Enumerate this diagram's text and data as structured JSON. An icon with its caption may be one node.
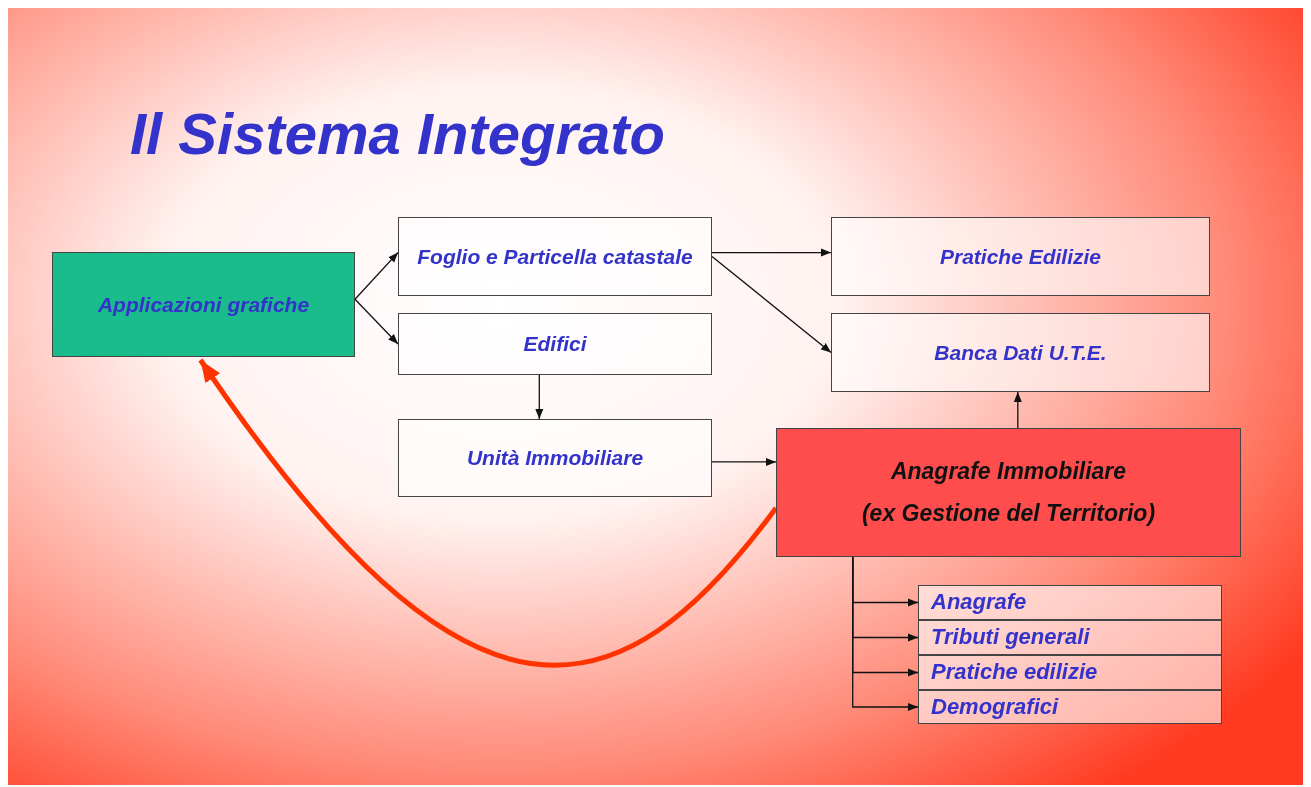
{
  "diagram": {
    "title": "Il Sistema Integrato",
    "nodes": [
      {
        "text": [
          "Applicazioni grafiche"
        ]
      },
      {
        "text": [
          "Foglio e Particella catastale"
        ]
      },
      {
        "text": [
          "Edifici"
        ]
      },
      {
        "text": [
          "Unità Immobiliare"
        ]
      },
      {
        "text": [
          "Pratiche Edilizie"
        ]
      },
      {
        "text": [
          "Banca Dati U.T.E."
        ]
      },
      {
        "text": [
          "Anagrafe Immobiliare",
          "(ex Gestione del Territorio)"
        ]
      },
      {
        "text": [
          "Anagrafe"
        ]
      },
      {
        "text": [
          "Tributi generali"
        ]
      },
      {
        "text": [
          "Pratiche edilizie"
        ]
      },
      {
        "text": [
          "Demografici"
        ]
      }
    ],
    "edges": [
      {
        "from": 0,
        "to": 1,
        "arrow": "to"
      },
      {
        "from": 0,
        "to": 2,
        "arrow": "to"
      },
      {
        "from": 1,
        "to": 4,
        "arrow": "to"
      },
      {
        "from": 1,
        "to": 5,
        "arrow": "to"
      },
      {
        "from": 2,
        "to": 3,
        "arrow": "to"
      },
      {
        "from": 3,
        "to": 6,
        "arrow": "to"
      },
      {
        "from": 6,
        "to": 5,
        "arrow": "to"
      },
      {
        "from": 6,
        "to": 7,
        "arrow": "to"
      },
      {
        "from": 6,
        "to": 8,
        "arrow": "to"
      },
      {
        "from": 6,
        "to": 9,
        "arrow": "to"
      },
      {
        "from": 6,
        "to": 10,
        "arrow": "to"
      },
      {
        "from": 6,
        "to": 0,
        "arrow": "to",
        "style": "thick",
        "color": "#ff3300"
      }
    ]
  }
}
